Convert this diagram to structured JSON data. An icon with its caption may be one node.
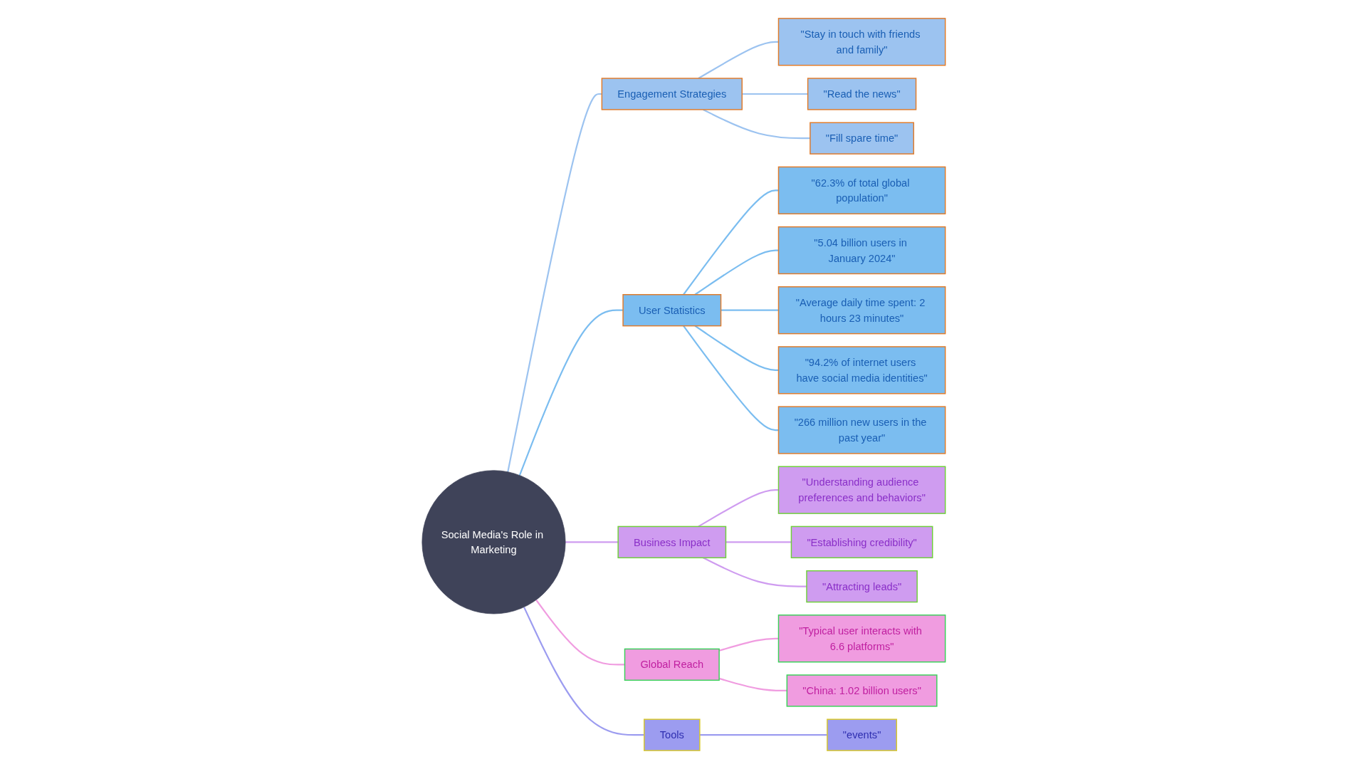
{
  "diagram": {
    "nodes": [
      {
        "text": [
          "Social Media's Role in Marketing"
        ]
      },
      {
        "text": [
          "Engagement Strategies"
        ]
      },
      {
        "text": [
          "\"Stay in touch with friends and family\""
        ]
      },
      {
        "text": [
          "\"Read the news\""
        ]
      },
      {
        "text": [
          "\"Fill spare time\""
        ]
      },
      {
        "text": [
          "User Statistics"
        ]
      },
      {
        "text": [
          "\"62.3% of total global population\""
        ]
      },
      {
        "text": [
          "\"5.04 billion users in January 2024\""
        ]
      },
      {
        "text": [
          "\"Average daily time spent: 2 hours 23 minutes\""
        ]
      },
      {
        "text": [
          "\"94.2% of internet users have social media identities\""
        ]
      },
      {
        "text": [
          "\"266 million new users in the past year\""
        ]
      },
      {
        "text": [
          "Business Impact"
        ]
      },
      {
        "text": [
          "\"Understanding audience preferences and behaviors\""
        ]
      },
      {
        "text": [
          "\"Establishing credibility\""
        ]
      },
      {
        "text": [
          "\"Attracting leads\""
        ]
      },
      {
        "text": [
          "Global Reach"
        ]
      },
      {
        "text": [
          "\"Typical user interacts with 6.6 platforms\""
        ]
      },
      {
        "text": [
          "\"China: 1.02 billion users\""
        ]
      },
      {
        "text": [
          "Tools"
        ]
      },
      {
        "text": [
          "\"events\""
        ]
      }
    ],
    "edges": [
      {
        "from": 0,
        "to": 1,
        "arrow": "none",
        "color": "#9cc3f0"
      },
      {
        "from": 1,
        "to": 2,
        "arrow": "none",
        "color": "#9cc3f0"
      },
      {
        "from": 1,
        "to": 3,
        "arrow": "none",
        "color": "#9cc3f0"
      },
      {
        "from": 1,
        "to": 4,
        "arrow": "none",
        "color": "#9cc3f0"
      },
      {
        "from": 0,
        "to": 5,
        "arrow": "none"
      },
      {
        "from": 5,
        "to": 6,
        "arrow": "none"
      },
      {
        "from": 5,
        "to": 7,
        "arrow": "none"
      },
      {
        "from": 5,
        "to": 8,
        "arrow": "none"
      },
      {
        "from": 5,
        "to": 9,
        "arrow": "none"
      },
      {
        "from": 5,
        "to": 10,
        "arrow": "none"
      },
      {
        "from": 0,
        "to": 11,
        "arrow": "none",
        "color": "#cf9cf0"
      },
      {
        "from": 11,
        "to": 12,
        "arrow": "none",
        "color": "#cf9cf0"
      },
      {
        "from": 11,
        "to": 13,
        "arrow": "none",
        "color": "#cf9cf0"
      },
      {
        "from": 11,
        "to": 14,
        "arrow": "none",
        "color": "#cf9cf0"
      },
      {
        "from": 0,
        "to": 15,
        "arrow": "none",
        "color": "#f09ce0"
      },
      {
        "from": 15,
        "to": 16,
        "arrow": "none",
        "color": "#f09ce0"
      },
      {
        "from": 15,
        "to": 17,
        "arrow": "none",
        "color": "#f09ce0"
      },
      {
        "from": 0,
        "to": 18,
        "arrow": "none",
        "color": "#9c9cf0"
      },
      {
        "from": 18,
        "to": 19,
        "arrow": "none",
        "color": "#9c9cf0"
      }
    ]
  }
}
